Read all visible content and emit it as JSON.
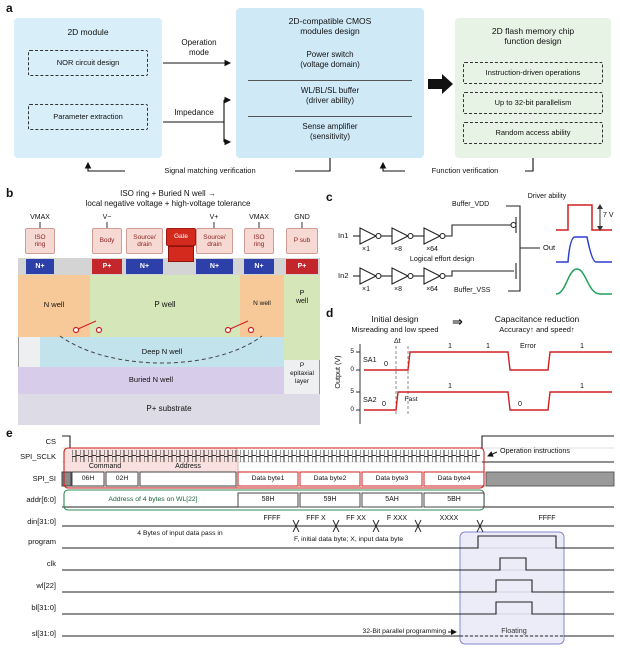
{
  "colors": {
    "panel_blue": "#d8eef8",
    "panel_blue2": "#cfe9f7",
    "panel_green": "#e7f3e4",
    "pink_label": "#f7d9d4",
    "gate_red": "#d42a1e",
    "n_plus_blue": "#2d3fa8",
    "p_plus_red": "#c3272b",
    "n_well_orange": "#f7c998",
    "p_well_green": "#d5e6b8",
    "deep_n_well_cyan": "#c2e2ec",
    "buried_n_well_lavender": "#d7cdea",
    "substrate_gray": "#dcdbe6",
    "waveform_red": "#d02020",
    "waveform_blue": "#2b3fd0",
    "waveform_green": "#1fa05a",
    "annotation_red": "#cc2222",
    "annotation_green": "#2e8b57",
    "floating_blue": "#8888cc"
  },
  "panel_a": {
    "label": "a",
    "module_box": {
      "title": "2D module",
      "items": [
        "NOR circuit design",
        "Parameter extraction"
      ]
    },
    "cmos_box": {
      "title": "2D-compatible CMOS\nmodules design",
      "items": [
        "Power switch\n(voltage domain)",
        "WL/BL/SL buffer\n(driver ability)",
        "Sense amplifier\n(sensitivity)"
      ]
    },
    "flash_box": {
      "title": "2D flash memory chip\nfunction design",
      "items": [
        "Instruction-driven operations",
        "Up to 32-bit parallelism",
        "Random access ability"
      ]
    },
    "arrows": {
      "operation_mode": "Operation\nmode",
      "impedance": "Impedance",
      "signal_matching": "Signal matching verification",
      "function_verification": "Function verification"
    }
  },
  "panel_b": {
    "label": "b",
    "title": "ISO ring + Buried N well →\nlocal negative voltage + high-voltage tolerance",
    "terminals": [
      "VMAX",
      "V−",
      "V+",
      "VMAX",
      "GND"
    ],
    "contacts": [
      "ISO\nring",
      "Body",
      "Source/\ndrain",
      "Gate",
      "Source/\ndrain",
      "ISO\nring",
      "P sub"
    ],
    "diffusions": [
      "N+",
      "P+",
      "N+",
      "N+",
      "N+",
      "P+"
    ],
    "wells": {
      "nwell_left": "N well",
      "pwell_center": "P well",
      "nwell_right": "N well",
      "pwell_right": "P\nwell",
      "deep_nwell": "Deep N well",
      "p_epi": "P\nepitaxial\nlayer",
      "buried_nwell": "Buried N well",
      "substrate": "P+ substrate"
    }
  },
  "panel_c": {
    "label": "c",
    "inputs": [
      "In1",
      "In2"
    ],
    "gains": [
      "×1",
      "×8",
      "×64"
    ],
    "design_note": "Logical effort design",
    "buffer_vdd": "Buffer_VDD",
    "buffer_vss": "Buffer_VSS",
    "out": "Out",
    "driver_ability": "Driver ability",
    "voltage": "7 V"
  },
  "panel_d": {
    "label": "d",
    "before_title": "Initial design",
    "before_sub": "Misreading and low speed",
    "arrow": "⇒",
    "after_title": "Capacitance reduction",
    "after_sub": "Accuracy↑ and speed↑",
    "ylabel": "Output (V)",
    "ticks": {
      "high": "5",
      "low": "0"
    },
    "sa1": {
      "label": "SA1",
      "values": [
        "0",
        "1",
        "1",
        "Error",
        "1"
      ]
    },
    "sa2": {
      "label": "SA2",
      "values": [
        "0",
        "Fast",
        "1",
        "0",
        "1"
      ]
    },
    "delta_t": "Δt"
  },
  "panel_e": {
    "label": "e",
    "signals": [
      "CS",
      "SPI_SCLK",
      "SPI_SI",
      "addr[6:0]",
      "din[31:0]",
      "program",
      "clk",
      "wl[22]",
      "bl[31:0]",
      "sl[31:0]"
    ],
    "spi": {
      "command_label": "Command",
      "address_label": "Address",
      "command_bytes": [
        "06H",
        "02H"
      ],
      "data_bytes": [
        "Data byte1",
        "Data byte2",
        "Data byte3",
        "Data byte4"
      ]
    },
    "operation_instructions": "Operation instructions",
    "addr_annotation": "Address of 4 bytes on WL[22]",
    "addr_values": [
      "58H",
      "59H",
      "5AH",
      "5BH"
    ],
    "din_values": [
      "FFFF",
      "FFF X",
      "FF XX",
      "F XXX",
      "XXXX",
      "FFFF"
    ],
    "din_annotation": "4 Bytes of input data pass in",
    "din_note": "F, initial data byte; X, input data byte",
    "programming_label": "32-Bit parallel programming",
    "floating_label": "Floating"
  }
}
